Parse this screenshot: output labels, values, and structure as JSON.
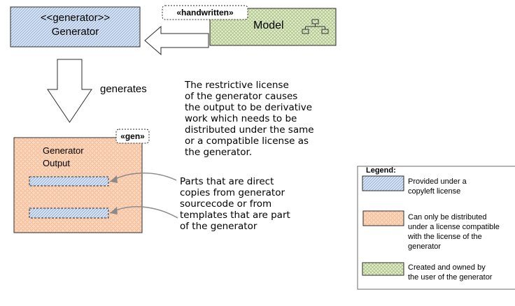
{
  "generator_box": {
    "stereotype": "<<generator>>",
    "title": "Generator"
  },
  "model_box": {
    "label": "Model",
    "tag": "«handwritten»",
    "icon": "diagram-structure-icon"
  },
  "generates_label": "generates",
  "explanation": [
    "The restrictive license",
    "of the generator causes",
    "the output to be derivative",
    "work which needs to be",
    "distributed under the same",
    "or a compatible license as",
    "the generator."
  ],
  "output_box": {
    "tag": "«gen»",
    "title_lines": [
      "Generator",
      "Output"
    ]
  },
  "parts_note": [
    "Parts that are direct",
    "copies from generator",
    "sourcecode or from",
    "templates that are part",
    "of the generator"
  ],
  "legend": {
    "title": "Legend:",
    "items": [
      {
        "pattern": "blue-hatch",
        "lines": [
          "Provided under a",
          "copyleft license"
        ]
      },
      {
        "pattern": "orange-circles",
        "lines": [
          "Can only be distributed",
          "under a license compatible",
          "with the license of the",
          "generator"
        ]
      },
      {
        "pattern": "green-crosshatch",
        "lines": [
          "Created and owned by",
          "the user of the generator"
        ]
      }
    ]
  },
  "colors": {
    "blue_fill": "#dbe6f3",
    "blue_line": "#8ea9d3",
    "orange_fill": "#fbd8bf",
    "orange_line": "#f1b48b",
    "green_fill": "#e3ecd0",
    "green_line": "#a9c27e",
    "stroke": "#2b2b2b"
  }
}
